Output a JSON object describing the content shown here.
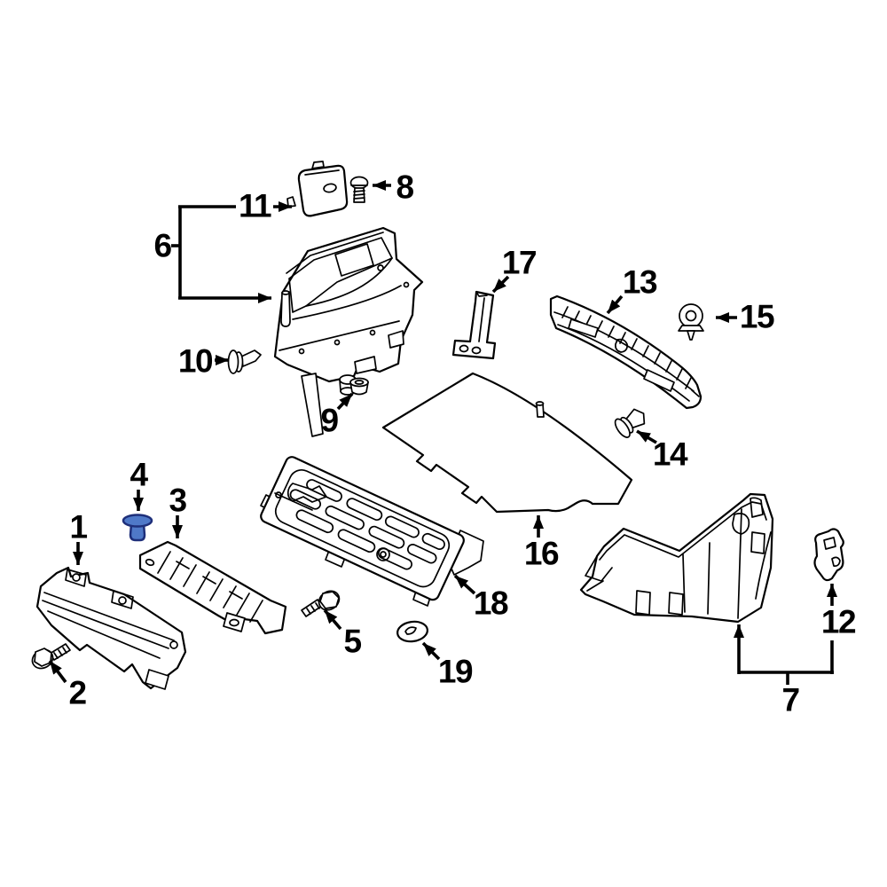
{
  "diagram": {
    "kind": "exploded-parts-diagram",
    "background_color": "#ffffff",
    "line_color": "#000000",
    "highlighted_part": {
      "number": "4",
      "fill_color": "#4f79c8",
      "outline_color": "#1e2f7a"
    },
    "callouts": [
      {
        "num": "1",
        "part_name": "rear-lower-trim-panel"
      },
      {
        "num": "2",
        "part_name": "bolt"
      },
      {
        "num": "3",
        "part_name": "corrugated-floor-pad"
      },
      {
        "num": "4",
        "part_name": "push-pin-retainer-highlighted"
      },
      {
        "num": "5",
        "part_name": "bolt"
      },
      {
        "num": "6",
        "part_name": "quarter-trim-panel-assembly"
      },
      {
        "num": "7",
        "part_name": "trunk-side-trim-panel"
      },
      {
        "num": "8",
        "part_name": "screw"
      },
      {
        "num": "9",
        "part_name": "grommet-cap"
      },
      {
        "num": "10",
        "part_name": "push-pin"
      },
      {
        "num": "11",
        "part_name": "access-cover-flap"
      },
      {
        "num": "12",
        "part_name": "trim-pad"
      },
      {
        "num": "13",
        "part_name": "rear-sill-trim-plate"
      },
      {
        "num": "14",
        "part_name": "push-pin"
      },
      {
        "num": "15",
        "part_name": "clip-retainer"
      },
      {
        "num": "16",
        "part_name": "cargo-floor-mat"
      },
      {
        "num": "17",
        "part_name": "support-bracket"
      },
      {
        "num": "18",
        "part_name": "cargo-floor-cover-panel"
      },
      {
        "num": "19",
        "part_name": "oval-grommet"
      }
    ]
  }
}
